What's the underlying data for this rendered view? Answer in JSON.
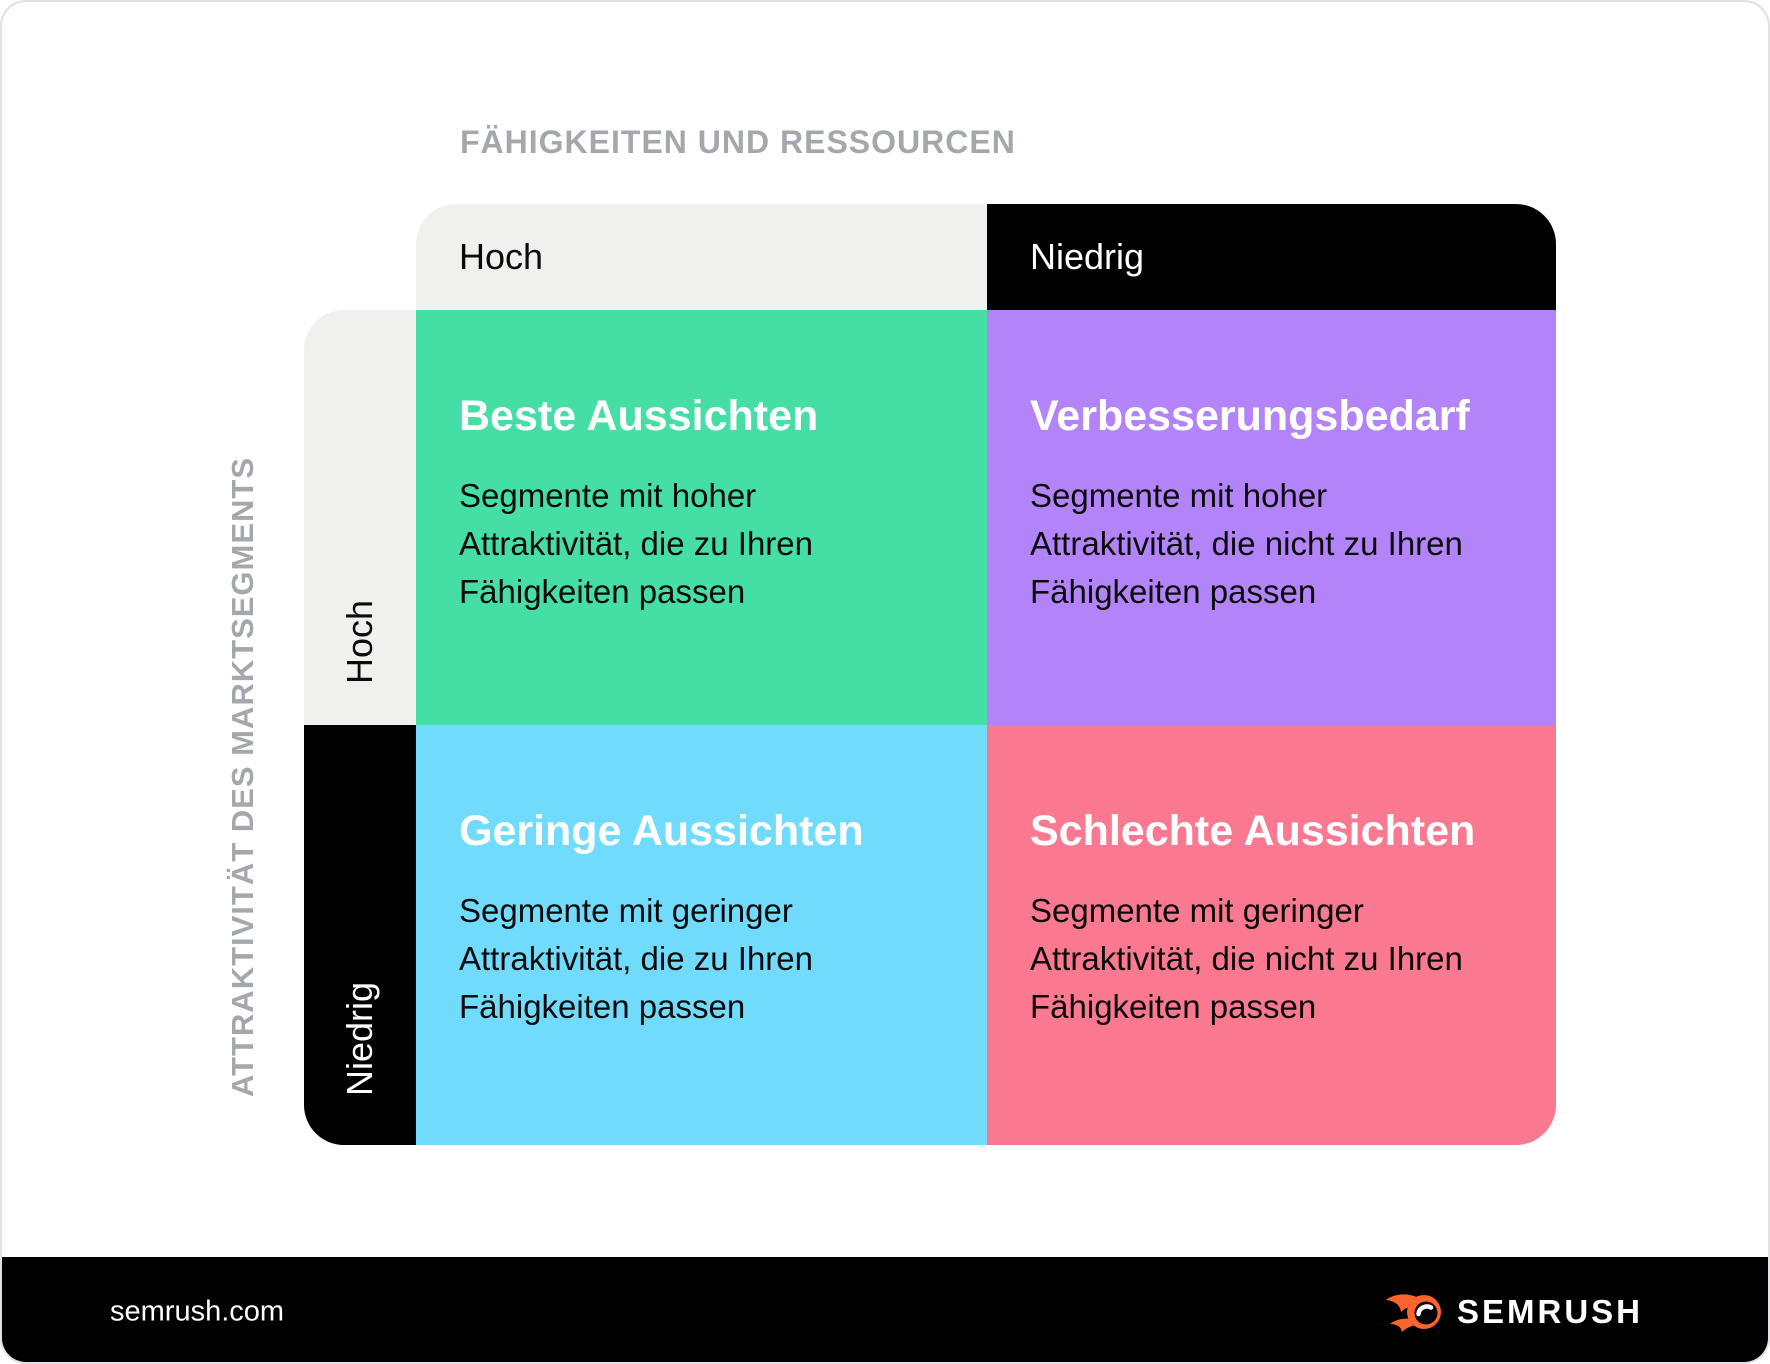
{
  "axes": {
    "top_label": "FÄHIGKEITEN UND RESSOURCEN",
    "left_label": "ATTRAKTIVITÄT DES MARKTSEGMENTS",
    "columns": [
      {
        "label": "Hoch"
      },
      {
        "label": "Niedrig"
      }
    ],
    "rows": [
      {
        "label": "Hoch"
      },
      {
        "label": "Niedrig"
      }
    ]
  },
  "quadrants": [
    {
      "title": "Beste Aussichten",
      "color": "#45DEA4",
      "body_lines": [
        "Segmente mit hoher",
        "Attraktivität, die zu Ihren",
        "Fähigkeiten passen"
      ]
    },
    {
      "title": "Verbesserungsbedarf",
      "color": "#B384F9",
      "body_lines": [
        "Segmente mit hoher",
        "Attraktivität, die nicht zu Ihren",
        "Fähigkeiten passen"
      ]
    },
    {
      "title": "Geringe Aussichten",
      "color": "#70DBFC",
      "body_lines": [
        "Segmente mit geringer",
        "Attraktivität, die zu Ihren",
        "Fähigkeiten passen"
      ]
    },
    {
      "title": "Schlechte Aussichten",
      "color": "#FA7890",
      "body_lines": [
        "Segmente mit geringer",
        "Attraktivität, die nicht zu Ihren",
        "Fähigkeiten passen"
      ]
    }
  ],
  "colors": {
    "header_gray": "#F0F0EF",
    "header_black": "#000000",
    "axis_label_gray": "#A4A8AD",
    "logo_orange": "#FF642D"
  },
  "footer": {
    "website": "semrush.com",
    "brand": "SEMRUSH"
  }
}
